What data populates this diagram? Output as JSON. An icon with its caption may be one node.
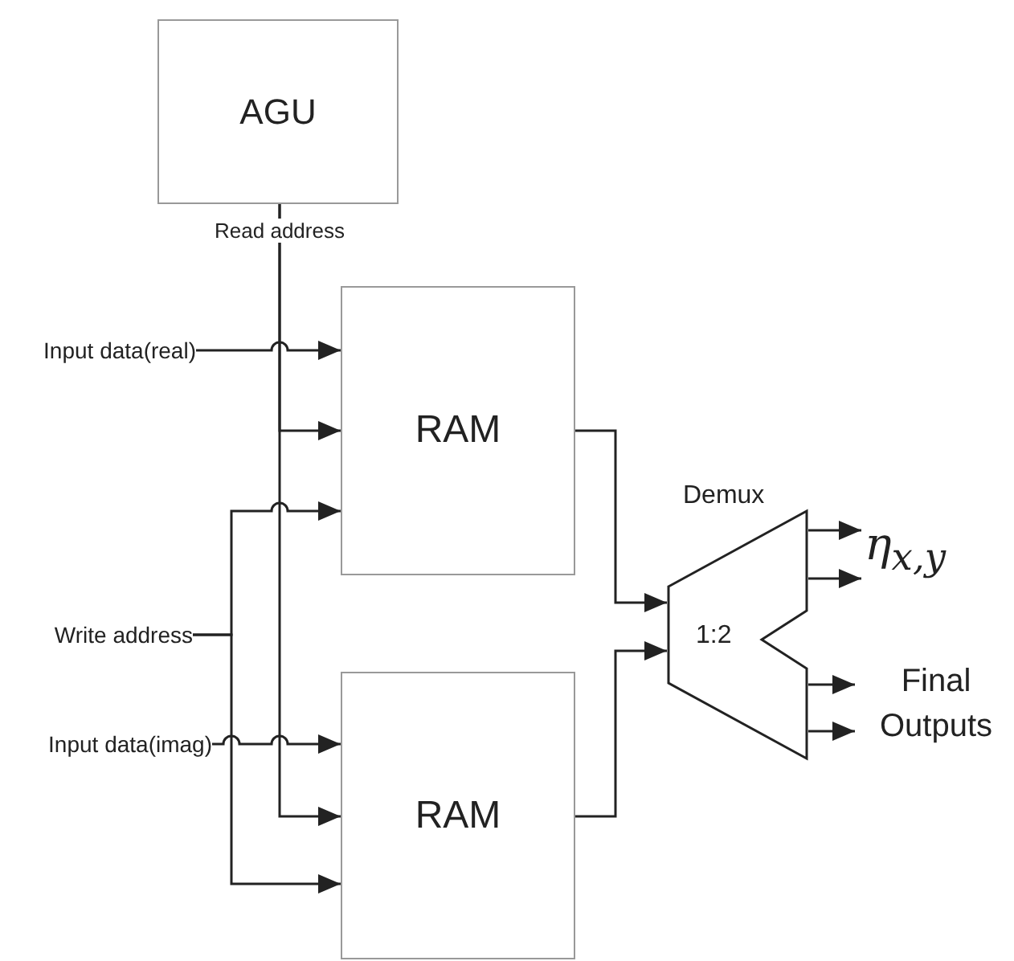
{
  "diagram": {
    "nodes": [
      {
        "text": [
          "AGU"
        ]
      },
      {
        "text": [
          "Input data(real)"
        ]
      },
      {
        "text": [
          "RAM"
        ]
      },
      {
        "text": [
          "Write address"
        ]
      },
      {
        "text": [
          "Input data(imag)"
        ]
      },
      {
        "text": [
          "RAM"
        ]
      },
      {
        "text": [
          "Demux",
          "1:2"
        ]
      },
      {
        "text": [
          "η$_{x,y}$"
        ]
      },
      {
        "text": [
          "Final Outputs"
        ]
      }
    ],
    "edges": [
      {
        "from": 0,
        "to": 2,
        "arrow": "to",
        "label": "Read address"
      },
      {
        "from": 0,
        "to": 5,
        "arrow": "to"
      },
      {
        "from": 1,
        "to": 2,
        "arrow": "to"
      },
      {
        "from": 3,
        "to": 2,
        "arrow": "to"
      },
      {
        "from": 4,
        "to": 5,
        "arrow": "to"
      },
      {
        "from": 3,
        "to": 5,
        "arrow": "to"
      },
      {
        "from": 2,
        "to": 6,
        "arrow": "to"
      },
      {
        "from": 5,
        "to": 6,
        "arrow": "to"
      },
      {
        "from": 6,
        "to": 7,
        "arrow": "to"
      },
      {
        "from": 6,
        "to": 7,
        "arrow": "to"
      },
      {
        "from": 6,
        "to": 8,
        "arrow": "to"
      },
      {
        "from": 6,
        "to": 8,
        "arrow": "to"
      }
    ]
  }
}
